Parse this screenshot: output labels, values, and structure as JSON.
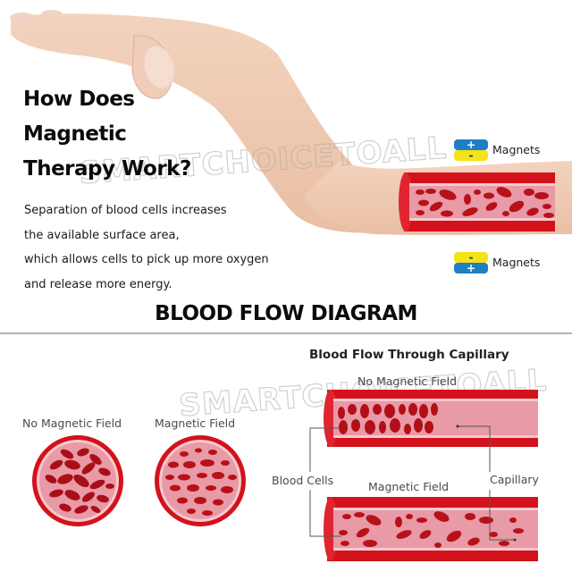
{
  "header": {
    "title_lines": [
      "How Does",
      "Magnetic",
      "Therapy Work?"
    ],
    "description_lines": [
      "Separation of blood cells increases",
      "the available surface area,",
      "which allows cells to pick up more oxygen",
      "and release more energy."
    ]
  },
  "wrist_diagram": {
    "top_magnet": {
      "label": "Magnets",
      "top_sign": "+",
      "bottom_sign": "-"
    },
    "bottom_magnet": {
      "label": "Magnets",
      "top_sign": "-",
      "bottom_sign": "+"
    }
  },
  "section": {
    "title": "BLOOD FLOW DIAGRAM"
  },
  "cross_sections": [
    {
      "label": "No Magnetic Field"
    },
    {
      "label": "Magnetic Field"
    }
  ],
  "capillary_diagram": {
    "title": "Blood Flow Through Capillary",
    "top_label": "No Magnetic Field",
    "bottom_label": "Magnetic Field",
    "left_callout": "Blood Cells",
    "right_callout": "Capillary"
  },
  "watermark": {
    "text": "SMARTCHOICETOALL"
  },
  "colors": {
    "vessel_red": "#d3121b",
    "vessel_inner": "#e89aa6",
    "cell_red": "#b8111a",
    "magnet_blue": "#1e7fc4",
    "magnet_yellow": "#f4e21b",
    "skin": "#efc7ad"
  }
}
